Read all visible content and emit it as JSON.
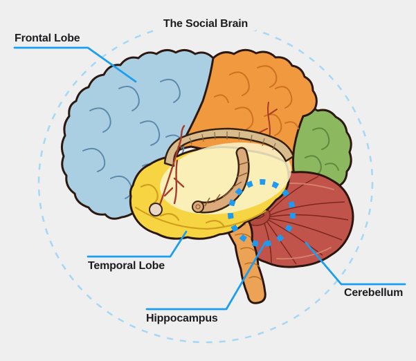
{
  "page": {
    "background": "#f0eff0"
  },
  "diagram": {
    "title": "The Social Brain",
    "labels": {
      "frontal": "Frontal Lobe",
      "temporal": "Temporal Lobe",
      "hippocampus": "Hippocampus",
      "cerebellum": "Cerebellum"
    },
    "regions": [
      {
        "name": "frontal-lobe",
        "color": "#aacfe3"
      },
      {
        "name": "parietal-lobe",
        "color": "#f0993f"
      },
      {
        "name": "occipital-lobe",
        "color": "#8cb95f"
      },
      {
        "name": "temporal-lobe",
        "color": "#f7d442"
      },
      {
        "name": "cerebellum",
        "color": "#c1544a"
      },
      {
        "name": "brainstem",
        "color": "#eda355"
      },
      {
        "name": "hippocampus-structure",
        "color": "#dcab7c"
      },
      {
        "name": "corpus-callosum",
        "color": "#d9bc8e"
      }
    ],
    "annotation": {
      "leader_line_color": "#1b9df0",
      "outer_dashed_circle_color": "#a6d8f6",
      "highlight_dashed_circle_color": "#1e9af0",
      "label_text_color": "#1c1c1e"
    }
  }
}
